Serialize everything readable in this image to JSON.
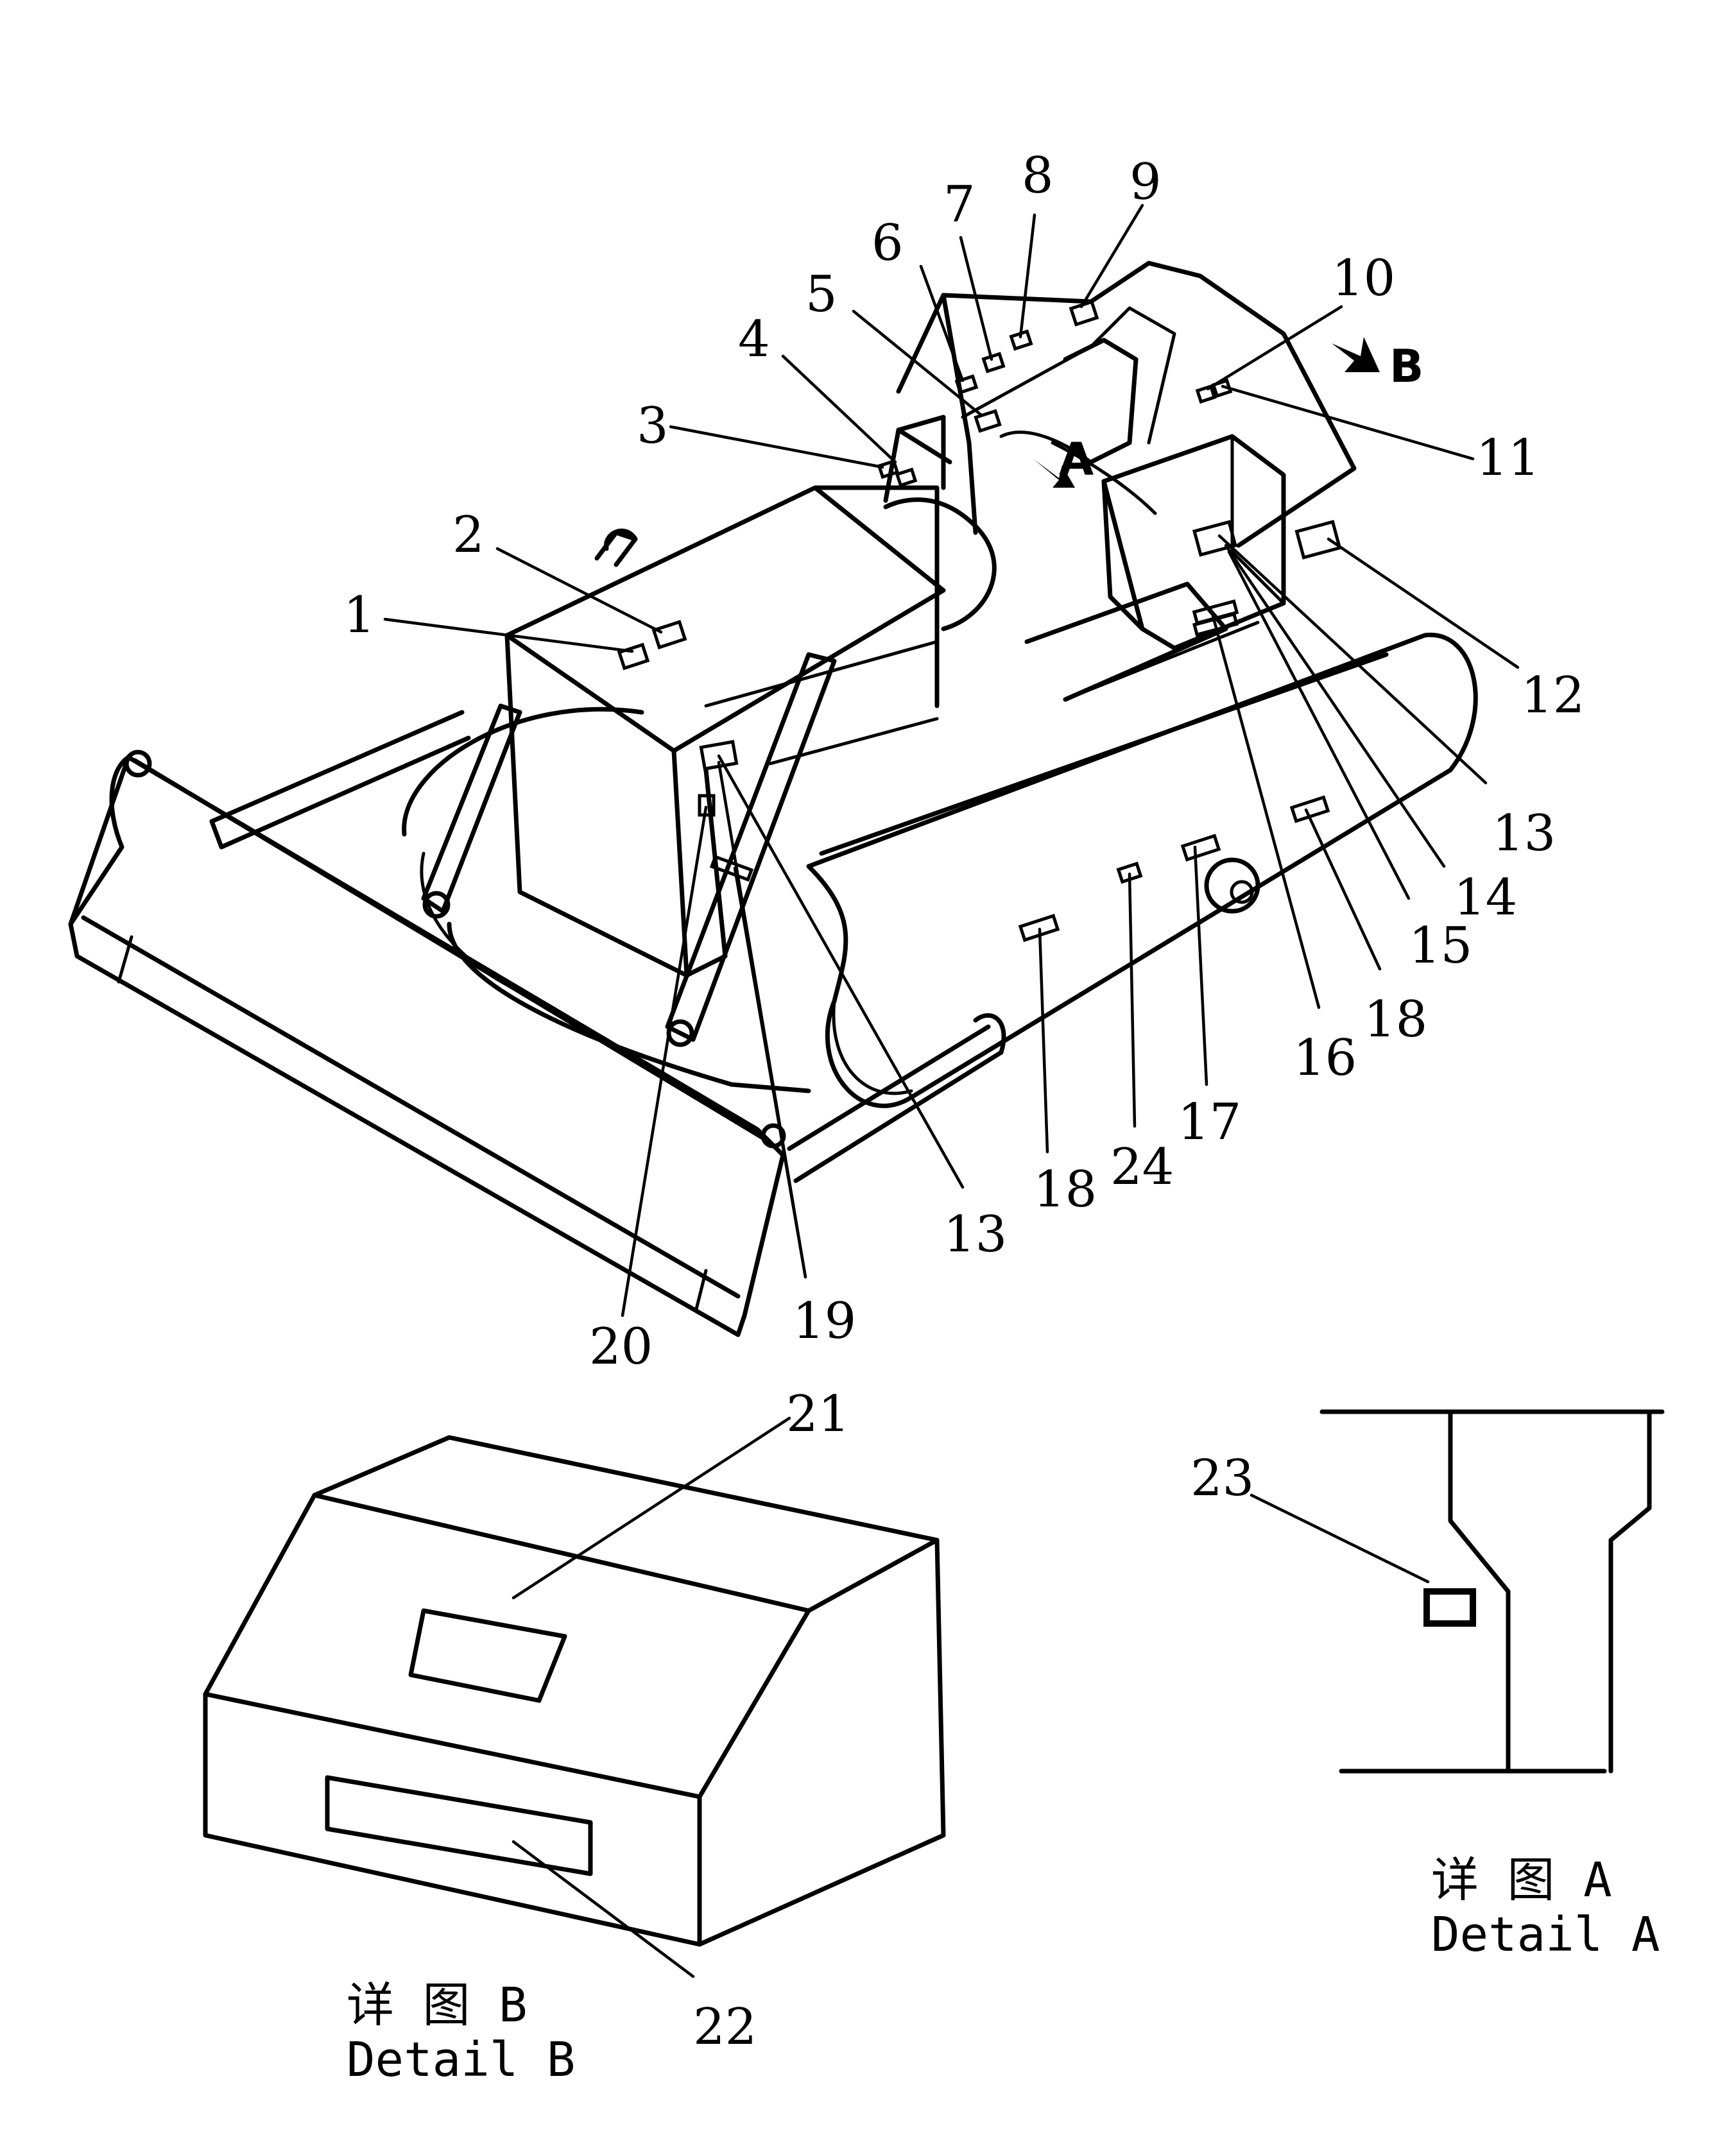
{
  "callouts": [
    "1",
    "2",
    "3",
    "4",
    "5",
    "6",
    "7",
    "8",
    "9",
    "10",
    "11",
    "12",
    "13",
    "14",
    "15",
    "16",
    "18",
    "17",
    "24",
    "18",
    "13",
    "19",
    "20",
    "21",
    "22",
    "23"
  ],
  "view_markers": {
    "a": "A",
    "b": "B"
  },
  "detail_b": {
    "cn": "详 图 B",
    "en": "Detail B"
  },
  "detail_a": {
    "cn": "详 图 A",
    "en": "Detail A"
  }
}
